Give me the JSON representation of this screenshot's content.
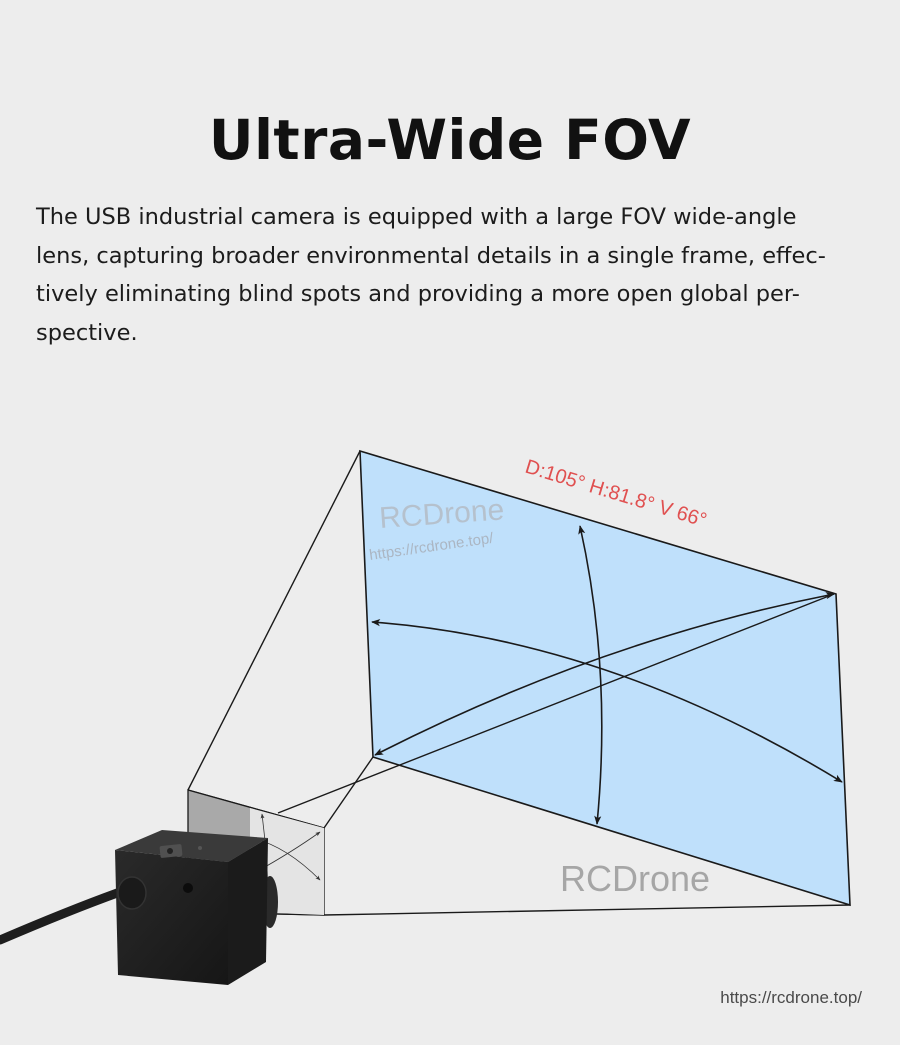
{
  "title": "Ultra-Wide FOV",
  "description_lines": [
    "The USB industrial camera is equipped with a large FOV wide-angle",
    "lens, capturing broader environmental details in a single frame, effec-",
    "tively eliminating blind spots and providing a more open global per-",
    "spective."
  ],
  "fov": {
    "label": "D:105° H:81.8° V 66°"
  },
  "watermarks": {
    "brand_top": "RCDrone",
    "url_top": "https://rcdrone.top/",
    "brand_bottom": "RCDrone"
  },
  "footer_url": "https://rcdrone.top/",
  "colors": {
    "background": "#ededed",
    "projection_fill": "#bfe0fb",
    "fov_label": "#e05050",
    "camera_body": "#222222"
  }
}
